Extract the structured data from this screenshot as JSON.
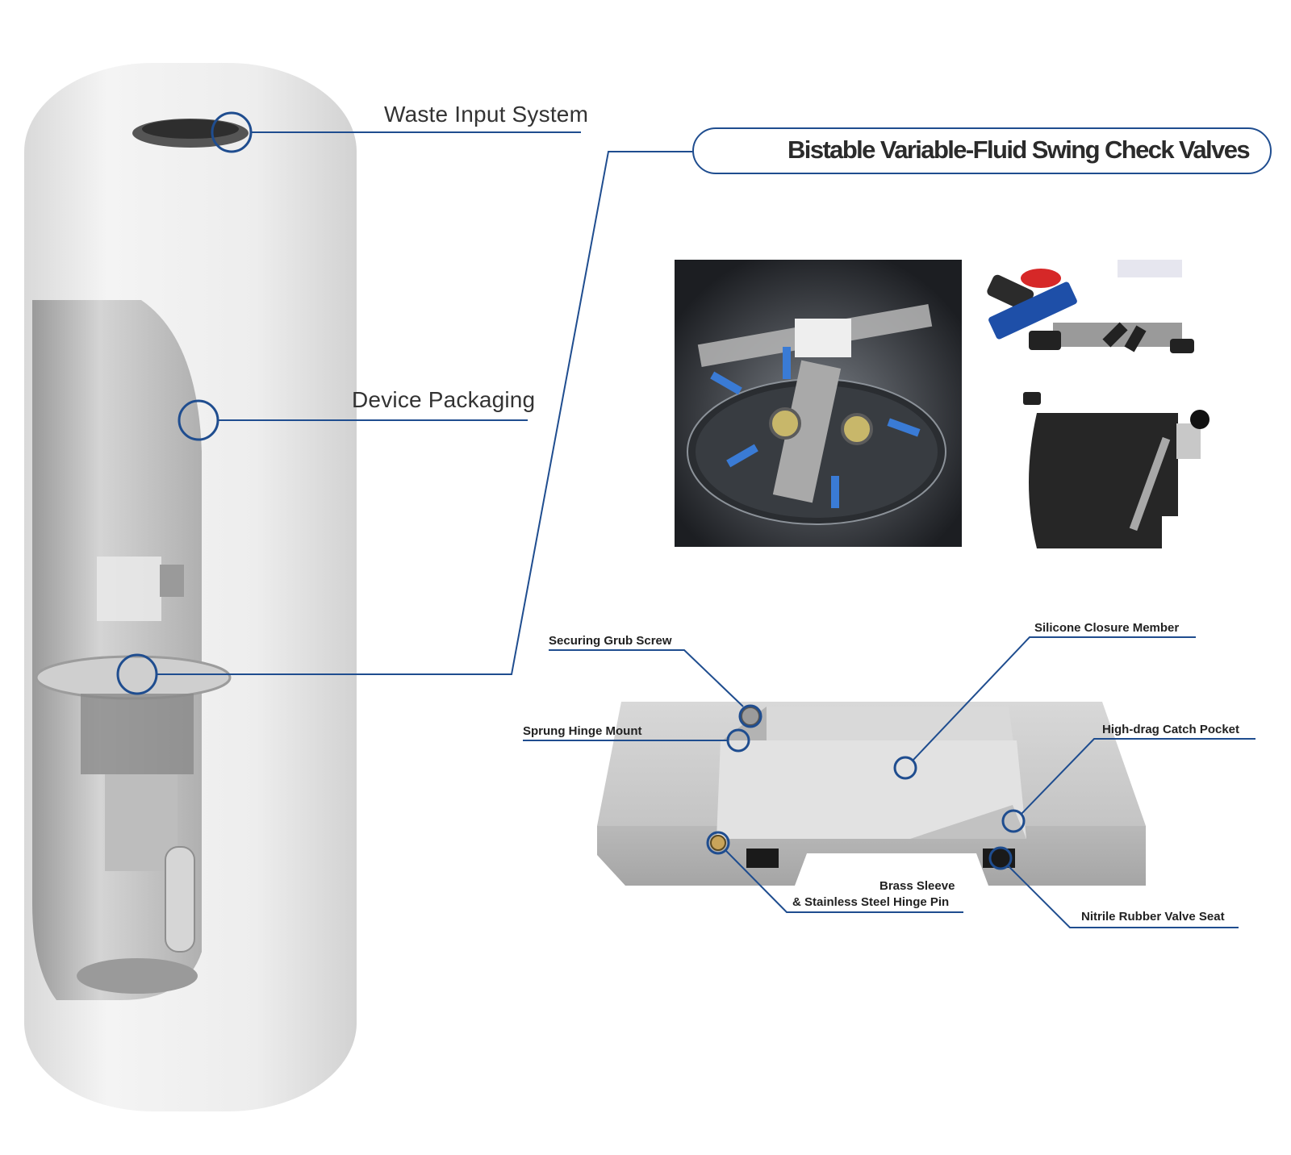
{
  "title": "Bistable Variable-Fluid Swing Check Valves",
  "callouts": {
    "waste_input": "Waste Input System",
    "device_packaging": "Device Packaging"
  },
  "valve_labels": {
    "securing_grub_screw": "Securing Grub Screw",
    "silicone_closure_member": "Silicone Closure Member",
    "sprung_hinge_mount": "Sprung Hinge Mount",
    "high_drag_catch_pocket": "High-drag Catch Pocket",
    "brass_sleeve_line1": "Brass Sleeve",
    "brass_sleeve_line2": "& Stainless Steel Hinge Pin",
    "nitrile_valve_seat": "Nitrile Rubber Valve Seat"
  },
  "colors": {
    "accent_blue": "#1f4d8f",
    "device_white": "#ececec",
    "metal_gray": "#c9c9c9"
  }
}
